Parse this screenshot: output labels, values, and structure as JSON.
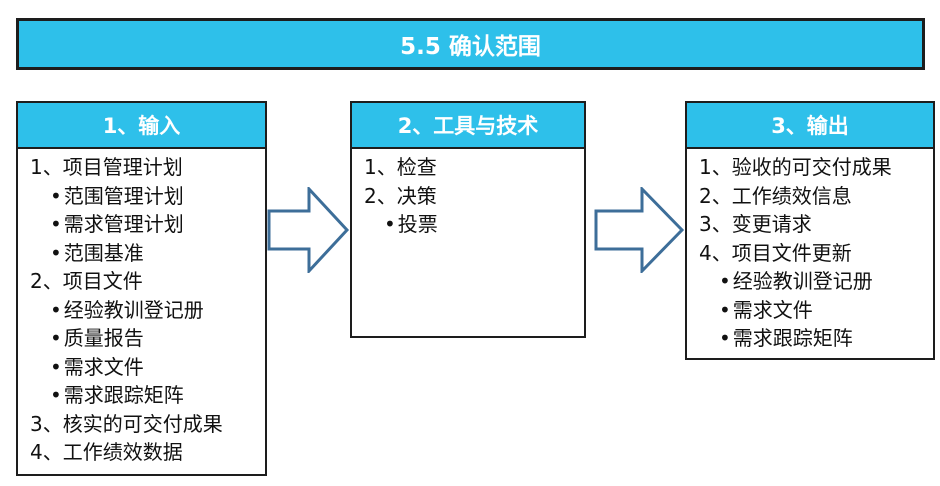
{
  "title": "5.5 确认范围",
  "columns": [
    {
      "header": "1、输入",
      "items": [
        "1、项目管理计划",
        "范围管理计划",
        "需求管理计划",
        "范围基准",
        "2、项目文件",
        "经验教训登记册",
        "质量报告",
        "需求文件",
        "需求跟踪矩阵",
        "3、核实的可交付成果",
        "4、工作绩效数据"
      ]
    },
    {
      "header": "2、工具与技术",
      "items": [
        "1、检查",
        "2、决策",
        "投票"
      ]
    },
    {
      "header": "3、输出",
      "items": [
        "1、验收的可交付成果",
        "2、工作绩效信息",
        "3、变更请求",
        "4、项目文件更新",
        "经验教训登记册",
        "需求文件",
        "需求跟踪矩阵"
      ]
    }
  ],
  "colors": {
    "header_fill": "#2ec0ea",
    "header_text": "#ffffff",
    "arrow_stroke": "#3d6e99",
    "border": "#1d1d1d"
  },
  "icons": [
    "right-arrow-icon",
    "right-arrow-icon"
  ]
}
